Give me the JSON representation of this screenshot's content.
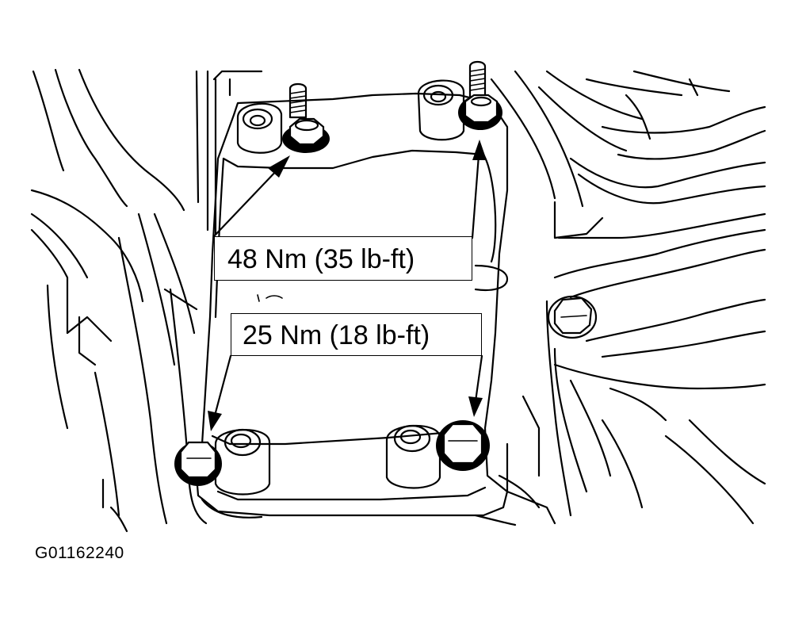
{
  "labels": {
    "upper_torque": "48 Nm (35 lb-ft)",
    "lower_torque": "25 Nm (18 lb-ft)"
  },
  "figure_id": "G01162240"
}
